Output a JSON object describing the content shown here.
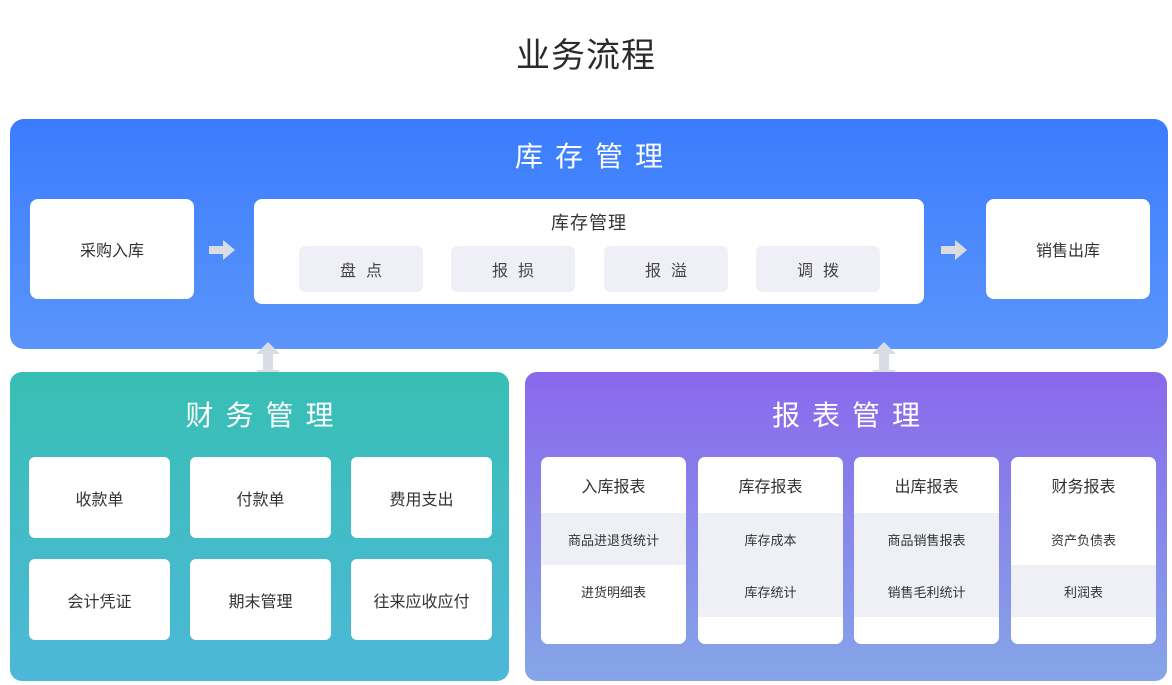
{
  "page_title": "业务流程",
  "inventory": {
    "title": "库存管理",
    "left_card": "采购入库",
    "right_card": "销售出库",
    "center": {
      "title": "库存管理",
      "ops": [
        "盘点",
        "报损",
        "报溢",
        "调拨"
      ]
    }
  },
  "finance": {
    "title": "财务管理",
    "items": [
      "收款单",
      "付款单",
      "费用支出",
      "会计凭证",
      "期末管理",
      "往来应收应付"
    ]
  },
  "reports": {
    "title": "报表管理",
    "cards": [
      {
        "title": "入库报表",
        "items": [
          "商品进退货统计",
          "进货明细表"
        ]
      },
      {
        "title": "库存报表",
        "items": [
          "库存成本",
          "库存统计"
        ]
      },
      {
        "title": "出库报表",
        "items": [
          "商品销售报表",
          "销售毛利统计"
        ]
      },
      {
        "title": "财务报表",
        "items": [
          "资产负债表",
          "利润表"
        ]
      }
    ]
  },
  "colors": {
    "inventory_panel": "#3a7cfd",
    "finance_panel": "#38bfb4",
    "report_panel": "#8a68ec",
    "arrow": "#d9dce3"
  }
}
